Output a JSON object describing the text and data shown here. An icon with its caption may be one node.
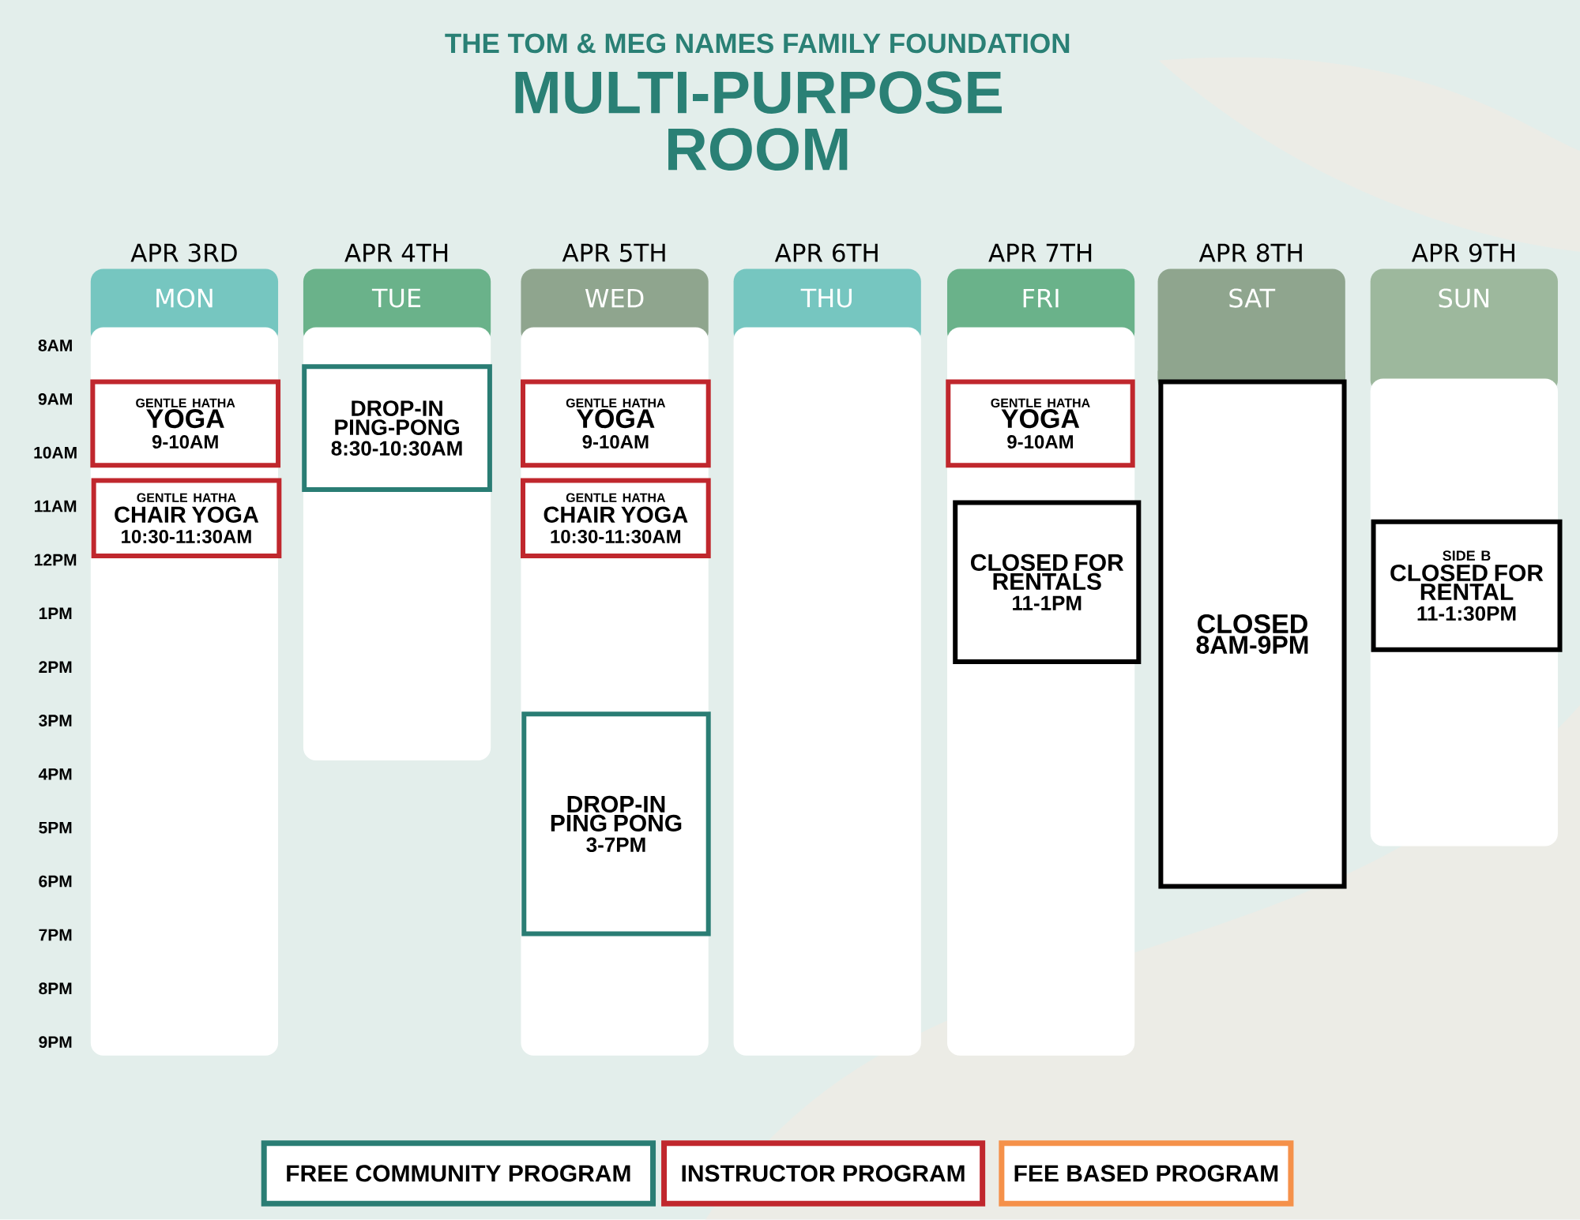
{
  "diagram": {
    "title": "MULTI-PURPOSE ROOM",
    "nodes": [
      {
        "text": [
          "MON"
        ],
        "beside": [
          "APR 3RD"
        ]
      },
      {
        "text": [
          "TUE"
        ],
        "beside": [
          "APR 4TH"
        ]
      },
      {
        "text": [
          "WED"
        ],
        "beside": [
          "APR 5TH"
        ]
      },
      {
        "text": [
          "THU"
        ],
        "beside": [
          "APR 6TH"
        ]
      },
      {
        "text": [
          "FRI"
        ],
        "beside": [
          "APR 7TH"
        ]
      },
      {
        "text": [
          "SAT"
        ],
        "beside": [
          "APR 8TH"
        ]
      },
      {
        "text": [
          "SUN"
        ],
        "beside": [
          "APR 9TH"
        ]
      },
      {
        "text": [
          "GENTLE HATHA",
          "YOGA",
          "9-10AM"
        ],
        "in": 0
      },
      {
        "text": [
          "GENTLE HATHA",
          "CHAIR YOGA",
          "10:30-11:30AM"
        ],
        "in": 0
      },
      {
        "text": [
          "DROP-IN PING-PONG",
          "8:30-10:30AM"
        ],
        "in": 1
      },
      {
        "text": [
          "GENTLE HATHA",
          "YOGA",
          "9-10AM"
        ],
        "in": 2
      },
      {
        "text": [
          "GENTLE HATHA",
          "CHAIR YOGA",
          "10:30-11:30AM"
        ],
        "in": 2
      },
      {
        "text": [
          "DROP-IN PING PONG",
          "3-7PM"
        ],
        "in": 2
      },
      {
        "text": [
          "GENTLE HATHA",
          "YOGA",
          "9-10AM"
        ],
        "in": 4
      },
      {
        "text": [
          "CLOSED FOR RENTALS",
          "11-1PM"
        ],
        "in": 4
      },
      {
        "text": [
          "CLOSED",
          "8AM-9PM"
        ]
      },
      {
        "text": [
          "SIDE B",
          "CLOSED FOR RENTAL",
          "11-1:30PM"
        ],
        "in": 6
      }
    ],
    "labels": [
      "THE TOM & MEG NAMES FAMILY FOUNDATION",
      "8AM",
      "9AM",
      "10AM",
      "11AM",
      "12PM",
      "1PM",
      "2PM",
      "3PM",
      "4PM",
      "5PM",
      "6PM",
      "7PM",
      "8PM",
      "9PM"
    ],
    "legend": [
      {
        "text": "FREE COMMUNITY PROGRAM",
        "color": "#2a7d74"
      },
      {
        "text": "INSTRUCTOR PROGRAM",
        "color": "#c0272d"
      },
      {
        "text": "FEE BASED PROGRAM",
        "color": "#f5914a"
      }
    ]
  }
}
